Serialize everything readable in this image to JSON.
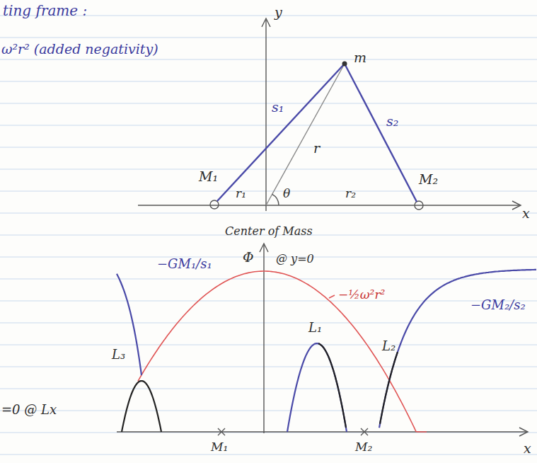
{
  "diagram": {
    "labels": [
      "ting frame :",
      "ω²r² (added negativity)",
      "y",
      "m",
      "s₁",
      "s₂",
      "r",
      "θ",
      "M₁",
      "r₁",
      "r₂",
      "M₂",
      "x",
      "Center of Mass",
      "Φ",
      "@ y=0",
      "−GM₁/s₁",
      "−½ω²r²",
      "−GM₂/s₂",
      "L₃",
      "L₁",
      "L₂",
      "=0 @ Lx",
      "M₁",
      "M₂",
      "x"
    ]
  }
}
